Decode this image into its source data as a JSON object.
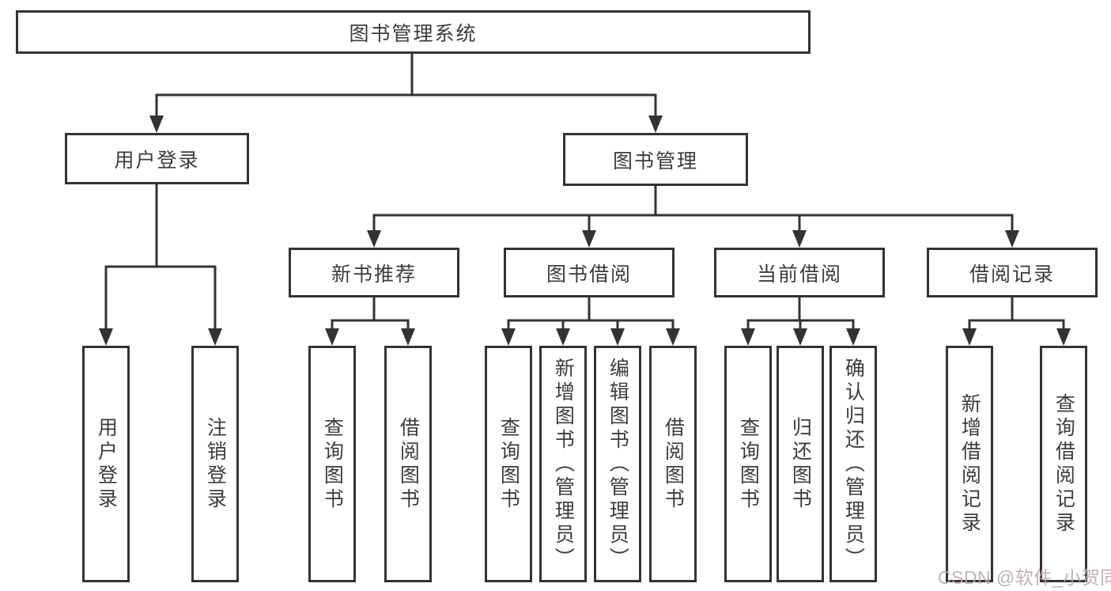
{
  "diagram": {
    "root": {
      "label": "图书管理系统"
    },
    "level2": {
      "user_login": {
        "label": "用户登录"
      },
      "book_mgmt": {
        "label": "图书管理"
      }
    },
    "level3": {
      "new_book": {
        "label": "新书推荐"
      },
      "book_borrow": {
        "label": "图书借阅"
      },
      "current_borrow": {
        "label": "当前借阅"
      },
      "borrow_record": {
        "label": "借阅记录"
      }
    },
    "leaves": {
      "user_login_children": [
        "用户登录",
        "注销登录"
      ],
      "new_book_children": [
        "查询图书",
        "借阅图书"
      ],
      "book_borrow_children": [
        "查询图书",
        "新增图书（管理员）",
        "编辑图书（管理员）",
        "借阅图书"
      ],
      "current_borrow_children": [
        "查询图书",
        "归还图书",
        "确认归还（管理员）"
      ],
      "borrow_record_children": [
        "新增借阅记录",
        "查询借阅记录"
      ]
    },
    "style": {
      "line_color": "#333333",
      "text_color": "#3c3c3c",
      "box_background": "#ffffff",
      "watermark_color": "#b5abab"
    }
  },
  "watermark": {
    "text": "CSDN @软件_小贺同学"
  }
}
